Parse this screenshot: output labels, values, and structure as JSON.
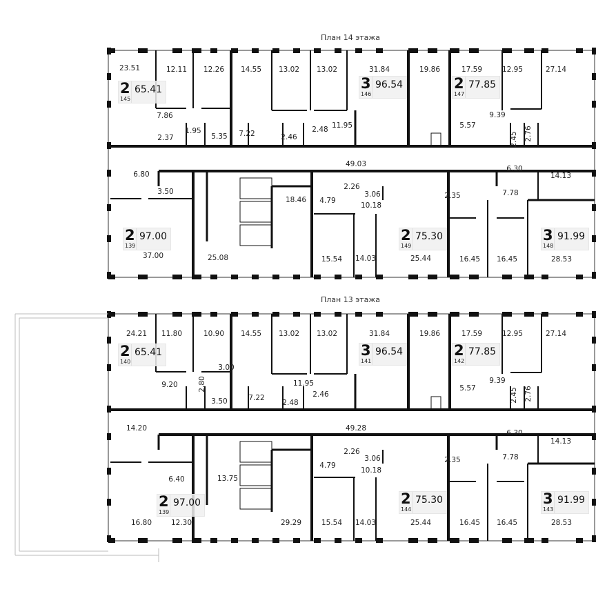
{
  "floors": [
    {
      "title": "План 14 этажа",
      "rooms": [
        "23.51",
        "12.11",
        "12.26",
        "14.55",
        "13.02",
        "13.02",
        "31.84",
        "19.86",
        "17.59",
        "12.95",
        "27.14",
        "7.86",
        "1.95",
        "5.35",
        "7.22",
        "2.46",
        "2.48",
        "11.95",
        "9.39",
        "5.57",
        "2.45",
        "2.76",
        "2.37",
        "6.80",
        "49.03",
        "3.50",
        "18.46",
        "4.79",
        "2.26",
        "3.06",
        "10.18",
        "2.35",
        "7.78",
        "6.30",
        "14.13",
        "37.00",
        "25.08",
        "15.54",
        "14.03",
        "25.44",
        "16.45",
        "16.45",
        "28.53"
      ],
      "apartments": [
        {
          "rooms": "2",
          "area": "65.41",
          "number": "145"
        },
        {
          "rooms": "3",
          "area": "96.54",
          "number": "146"
        },
        {
          "rooms": "2",
          "area": "77.85",
          "number": "147"
        },
        {
          "rooms": "2",
          "area": "97.00",
          "number": "139"
        },
        {
          "rooms": "2",
          "area": "75.30",
          "number": "149"
        },
        {
          "rooms": "3",
          "area": "91.99",
          "number": "148"
        }
      ]
    },
    {
      "title": "План 13 этажа",
      "rooms": [
        "24.21",
        "11.80",
        "10.90",
        "14.55",
        "13.02",
        "13.02",
        "31.84",
        "19.86",
        "17.59",
        "12.95",
        "27.14",
        "3.00",
        "9.20",
        "2.80",
        "3.50",
        "7.22",
        "11.95",
        "2.48",
        "2.46",
        "5.57",
        "9.39",
        "2.45",
        "2.76",
        "14.20",
        "49.28",
        "6.30",
        "14.13",
        "4.79",
        "2.26",
        "3.06",
        "10.18",
        "2.35",
        "7.78",
        "6.40",
        "13.75",
        "16.80",
        "12.30",
        "29.29",
        "15.54",
        "14.03",
        "25.44",
        "16.45",
        "16.45",
        "28.53"
      ],
      "apartments": [
        {
          "rooms": "2",
          "area": "65.41",
          "number": "140"
        },
        {
          "rooms": "3",
          "area": "96.54",
          "number": "141"
        },
        {
          "rooms": "2",
          "area": "77.85",
          "number": "142"
        },
        {
          "rooms": "2",
          "area": "97.00",
          "number": "139"
        },
        {
          "rooms": "2",
          "area": "75.30",
          "number": "144"
        },
        {
          "rooms": "3",
          "area": "91.99",
          "number": "143"
        }
      ]
    }
  ],
  "colors": {
    "wall": "#111111",
    "badge": "#f0f0f0",
    "thin": "#bbbbbb"
  }
}
